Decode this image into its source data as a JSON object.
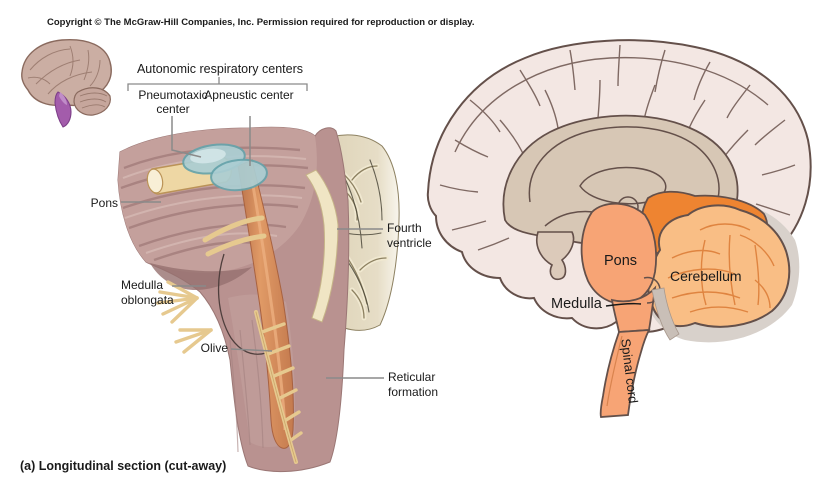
{
  "copyright": "Copyright © The McGraw-Hill Companies, Inc. Permission required for reproduction or display.",
  "left_figure": {
    "caption": "(a) Longitudinal section (cut-away)",
    "labels": {
      "autonomic": "Autonomic respiratory centers",
      "pneumotaxic": "Pneumotaxic center",
      "apneustic": "Apneustic center",
      "pons": "Pons",
      "medulla_oblongata": "Medulla oblongata",
      "olive": "Olive",
      "fourth_ventricle": "Fourth ventricle",
      "reticular_formation": "Reticular formation"
    }
  },
  "right_figure": {
    "labels": {
      "pons": "Pons",
      "cerebellum": "Cerebellum",
      "medulla": "Medulla",
      "spinal_cord": "Spinal cord"
    }
  },
  "palette": {
    "brainstem_mauve": "#bb9290",
    "pons_light_mauve": "#c4a09c",
    "respiratory_center_teal": "#abced3",
    "reticular_orange": "#d8905f",
    "nerve_yellow": "#eed7a4",
    "cerebellum_cream": "#ddd2b5",
    "fourth_ventricle_cream": "#f0e5c4",
    "sagittal_pons_orange": "#f7a475",
    "midbrain_orange": "#ee8431",
    "cerebellum_orange": "#f9be85",
    "cerebrum_pale_pink": "#f3e7e3",
    "inner_tan": "#d7c7b5",
    "outline_brown": "#64504a",
    "leader_gray": "#8a8a8a"
  }
}
